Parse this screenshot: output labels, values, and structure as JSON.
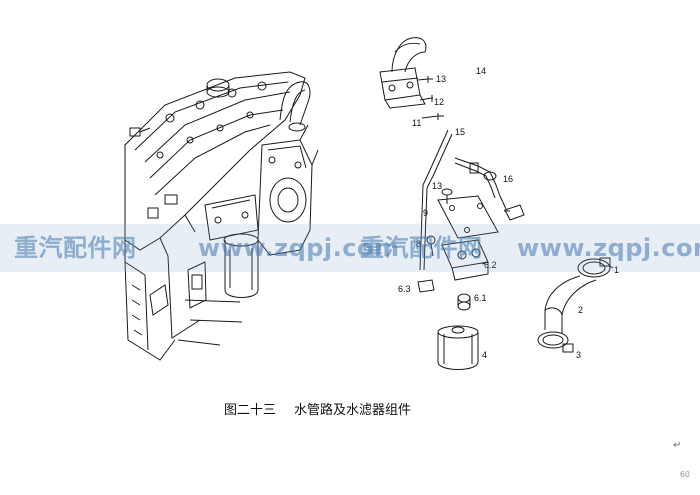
{
  "figure": {
    "number": "图二十三",
    "title": "水管路及水滤器组件"
  },
  "watermark_texts": [
    "重汽配件网",
    "www.zqpj.com",
    "重汽配件网",
    "www.zqpj.com"
  ],
  "callouts": [
    "14",
    "13",
    "12",
    "11",
    "15",
    "16",
    "13",
    "9",
    "8",
    "6.2",
    "6.3",
    "6.1",
    "4",
    "1",
    "2",
    "3"
  ],
  "page_number": "60",
  "return_mark": "↵",
  "colors": {
    "line": "#1a1a1a",
    "watermark": "#4678af"
  }
}
